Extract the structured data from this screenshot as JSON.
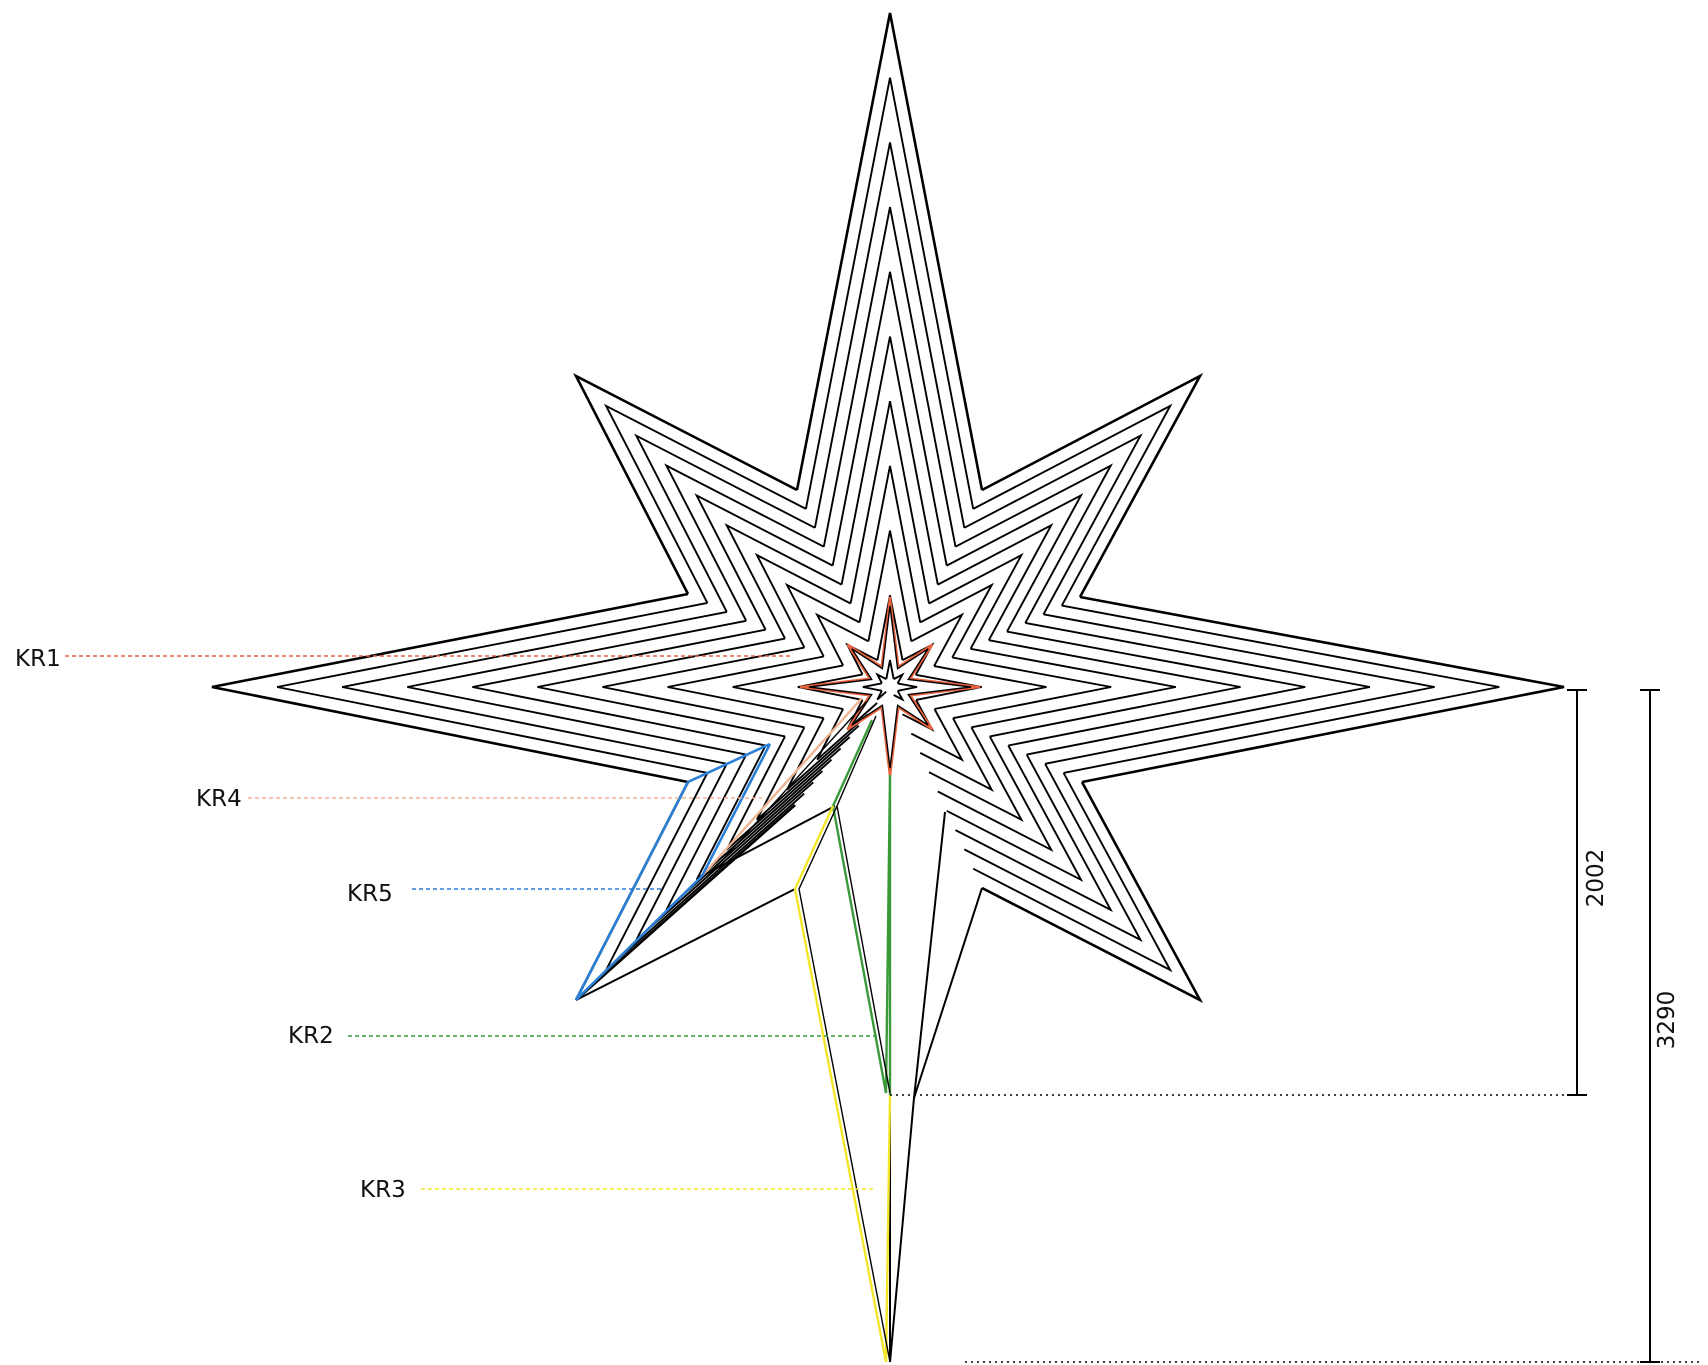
{
  "labels": {
    "kr1": "KR1",
    "kr2": "KR2",
    "kr3": "KR3",
    "kr4": "KR4",
    "kr5": "KR5"
  },
  "dimensions": {
    "short": "2002",
    "long": "3290"
  },
  "colors": {
    "outline": "#000000",
    "kr1": "#e8603c",
    "kr2": "#3a9a3a",
    "kr3": "#f2e52a",
    "kr4": "#efb493",
    "kr5": "#2b7fd6"
  }
}
